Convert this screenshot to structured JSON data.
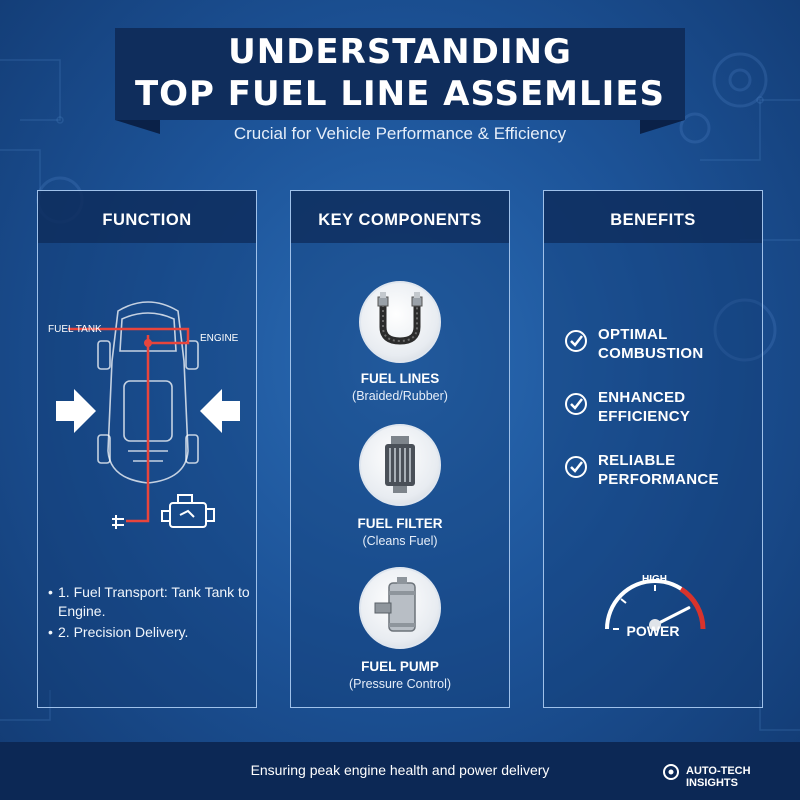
{
  "header": {
    "title_line1": "UNDERSTANDING",
    "title_line2": "TOP FUEL LINE ASSEMLIES",
    "subtitle": "Crucial for Vehicle Performance & Efficiency"
  },
  "function_panel": {
    "heading": "FUNCTION",
    "diagram_labels": {
      "fuel_tank": "FUEL TANK",
      "engine": "ENGINE"
    },
    "bullets": [
      "1. Fuel Transport: Tank Tank to Engine.",
      "2. Precision Delivery."
    ],
    "icons": [
      "car-chassis-icon",
      "arrow-right-icon",
      "arrow-left-icon",
      "engine-icon",
      "fuel-valve-icon"
    ],
    "line_color": "#e8453c"
  },
  "components_panel": {
    "heading": "KEY COMPONENTS",
    "items": [
      {
        "title": "FUEL LINES",
        "subtitle": "(Braided/Rubber)",
        "icon": "braided-hose-icon"
      },
      {
        "title": "FUEL FILTER",
        "subtitle": "(Cleans Fuel)",
        "icon": "fuel-filter-icon"
      },
      {
        "title": "FUEL PUMP",
        "subtitle": "(Pressure Control)",
        "icon": "fuel-pump-icon"
      }
    ]
  },
  "benefits_panel": {
    "heading": "BENEFITS",
    "items": [
      {
        "line1": "OPTIMAL",
        "line2": "COMBUSTION"
      },
      {
        "line1": "ENHANCED",
        "line2": "EFFICIENCY"
      },
      {
        "line1": "RELIABLE",
        "line2": "PERFORMANCE"
      }
    ],
    "gauge": {
      "high_label": "HIGH",
      "caption": "POWER",
      "needle_level": 0.85,
      "red_zone_color": "#d8332c"
    }
  },
  "footer": {
    "tagline": "Ensuring peak engine health and power delivery",
    "brand": "AUTO-TECH INSIGHTS"
  },
  "colors": {
    "background": "#1d5499",
    "title_band": "#0f2d5c",
    "panel_border": "#9fc1ea",
    "footer": "#0c2855",
    "accent_red": "#e8453c"
  }
}
